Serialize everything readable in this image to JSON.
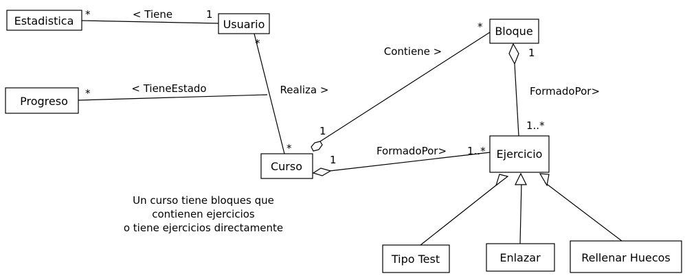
{
  "classes": {
    "estadistica": "Estadistica",
    "usuario": "Usuario",
    "progreso": "Progreso",
    "bloque": "Bloque",
    "curso": "Curso",
    "ejercicio": "Ejercicio",
    "tipo_test": "Tipo Test",
    "enlazar": "Enlazar",
    "rellenar_huecos": "Rellenar Huecos"
  },
  "associations": {
    "tiene": {
      "label": "< Tiene",
      "mult_estadistica": "*",
      "mult_usuario": "1"
    },
    "tiene_estado": {
      "label": "< TieneEstado",
      "mult_progreso": "*"
    },
    "realiza": {
      "label": "Realiza >",
      "mult_usuario": "*",
      "mult_curso": "*"
    },
    "contiene": {
      "label": "Contiene >",
      "mult_bloque": "*",
      "mult_curso": "1"
    },
    "formado_por_bloque": {
      "label": "FormadoPor>",
      "mult_bloque": "1",
      "mult_ejercicio": "1..*"
    },
    "formado_por_curso": {
      "label": "FormadoPor>",
      "mult_curso": "1",
      "mult_ejercicio": "1..*"
    }
  },
  "note": {
    "line1": "Un curso tiene bloques que",
    "line2": "contienen ejercicios",
    "line3": "o tiene ejercicios directamente"
  }
}
